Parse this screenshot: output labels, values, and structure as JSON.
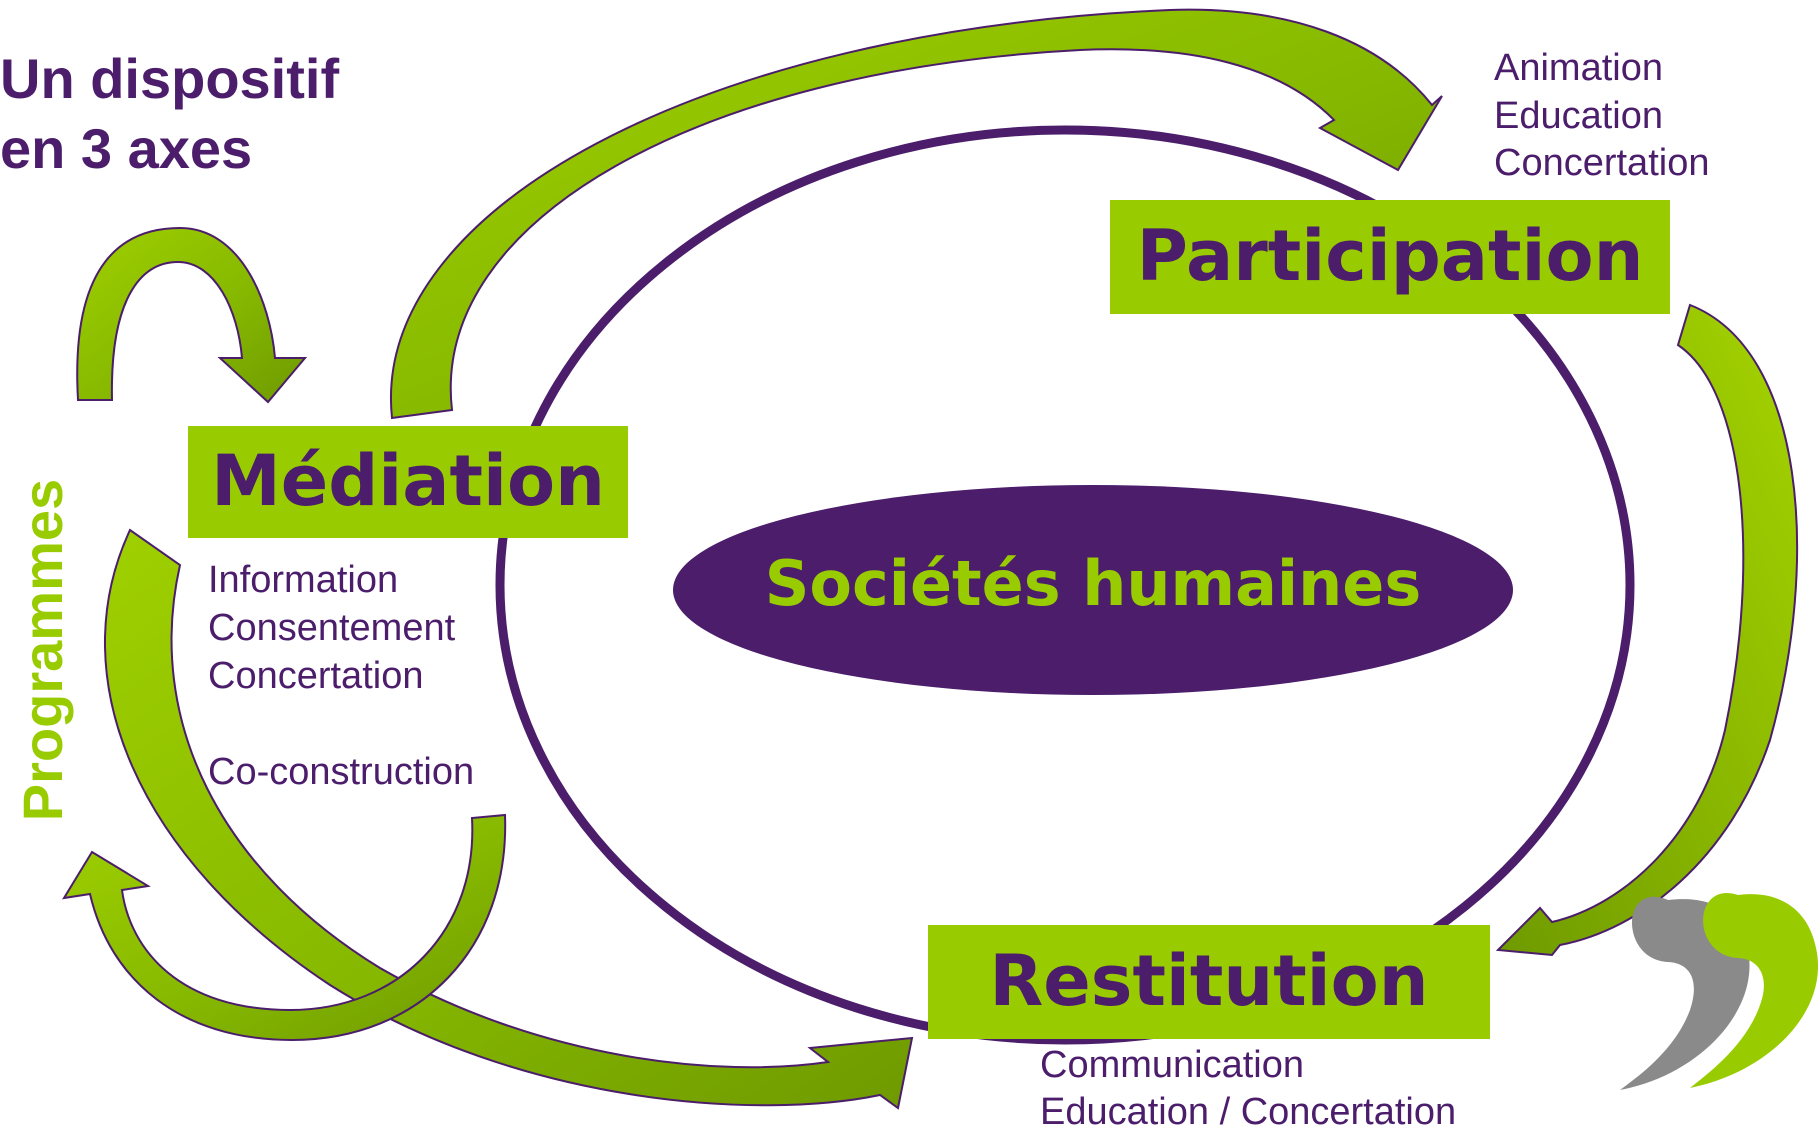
{
  "title": {
    "line1": "Un dispositif",
    "line2": "en 3 axes"
  },
  "side_label": "Programmes",
  "center": "Sociétés humaines",
  "axes": {
    "mediation": {
      "label": "Médiation",
      "items": [
        "Information",
        "Consentement",
        "Concertation",
        "Co-construction"
      ]
    },
    "participation": {
      "label": "Participation",
      "items": [
        "Animation",
        "Education",
        "Concertation"
      ]
    },
    "restitution": {
      "label": "Restitution",
      "items": [
        "Communication",
        "Education / Concertation"
      ]
    }
  },
  "colors": {
    "purple": "#4b1d6b",
    "green": "#99cc00",
    "dark_green": "#6f9a00",
    "gray": "#8a8a8a"
  },
  "icons": [
    "green-curved-arrow-icon",
    "quote-mark-icon"
  ]
}
